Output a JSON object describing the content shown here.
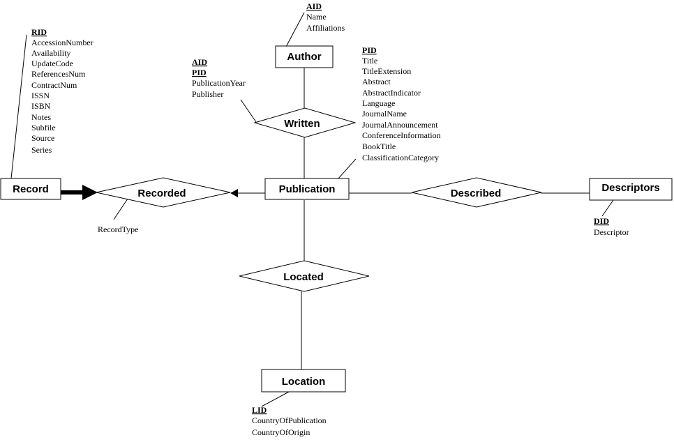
{
  "entities": {
    "record": "Record",
    "author": "Author",
    "publication": "Publication",
    "descriptors": "Descriptors",
    "location": "Location"
  },
  "relationships": {
    "written": "Written",
    "recorded": "Recorded",
    "described": "Described",
    "located": "Located"
  },
  "attributes": {
    "record": {
      "key": "RID",
      "items": [
        "AccessionNumber",
        "Availability",
        "UpdateCode",
        "ReferencesNum",
        "ContractNum",
        "ISSN",
        "ISBN",
        "Notes",
        "Subfile",
        "Source",
        "Series"
      ]
    },
    "author": {
      "key": "AID",
      "items": [
        "Name",
        "Affiliations"
      ]
    },
    "written": {
      "keys": [
        "AID",
        "PID"
      ],
      "items": [
        "PublicationYear",
        "Publisher"
      ]
    },
    "publication": {
      "key": "PID",
      "items": [
        "Title",
        "TitleExtension",
        "Abstract",
        "AbstractIndicator",
        "Language",
        "JournalName",
        "JournalAnnouncement",
        "ConferenceInformation",
        "BookTitle",
        "ClassificationCategory"
      ]
    },
    "recorded": {
      "items": [
        "RecordType"
      ]
    },
    "descriptors": {
      "key": "DID",
      "items": [
        "Descriptor"
      ]
    },
    "location": {
      "key": "LID",
      "items": [
        "CountryOfPublication",
        "CountryOfOrigin"
      ]
    }
  }
}
